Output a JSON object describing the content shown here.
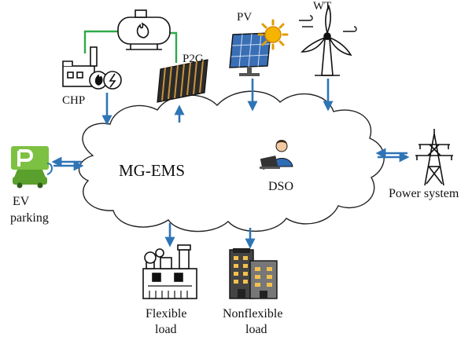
{
  "labels": {
    "chp": "CHP",
    "p2g": "P2G",
    "pv": "PV",
    "wt": "WT",
    "mg_ems": "MG-EMS",
    "dso": "DSO",
    "ev_parking_line1": "EV",
    "ev_parking_line2": "parking",
    "power_system": "Power system",
    "flexible_load_line1": "Flexible",
    "flexible_load_line2": "load",
    "nonflexible_load_line1": "Nonflexible",
    "nonflexible_load_line2": "load"
  },
  "colors": {
    "arrow": "#2E75B6",
    "gas_pipe": "#2EAA4A",
    "cloud_stroke": "#222222",
    "cloud_fill": "#ffffff",
    "ev_green": "#7DC142",
    "pv_panel": "#3A6FB5",
    "sun": "#F4B400",
    "dso_shirt": "#2F6DB5"
  },
  "icons": [
    "gas-tank-icon",
    "chp-plant-icon",
    "p2g-electrolyzer-icon",
    "pv-panel-icon",
    "sun-icon",
    "wind-turbine-icon",
    "ev-parking-icon",
    "transmission-tower-icon",
    "factory-icon",
    "building-icon",
    "dso-operator-icon"
  ]
}
